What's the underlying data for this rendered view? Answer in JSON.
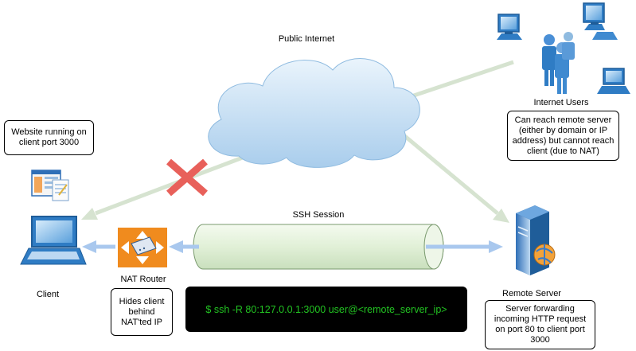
{
  "labels": {
    "public_internet": "Public Internet",
    "internet_users": "Internet Users",
    "ssh_session": "SSH Session",
    "client": "Client",
    "nat_router": "NAT Router",
    "remote_server": "Remote Server"
  },
  "notes": {
    "website": "Website running on client port 3000",
    "internet_users": "Can reach remote server (either by domain or IP address) but cannot reach client (due to NAT)",
    "nat_router": "Hides client behind NAT'ted IP",
    "remote_server": "Server forwarding incoming HTTP request on port 80 to client port 3000"
  },
  "command": {
    "text": "$ ssh -R 80:127.0.0.1:3000 user@<remote_server_ip>",
    "text_color": "#22c322",
    "background": "#000000"
  },
  "colors": {
    "blocked_marker": "#e8605a",
    "internet_arrow": "#d6e3d0",
    "local_arrow": "#a9c8ee",
    "tunnel_fill": "#e3f2da",
    "router_orange": "#f08b1e",
    "cloud_blue": "#a9cdec"
  },
  "icons": [
    "cloud-icon",
    "user-group-icon",
    "desktop-icon",
    "laptop-icon",
    "browser-window-icon",
    "router-icon",
    "server-icon",
    "blocked-x-icon"
  ]
}
